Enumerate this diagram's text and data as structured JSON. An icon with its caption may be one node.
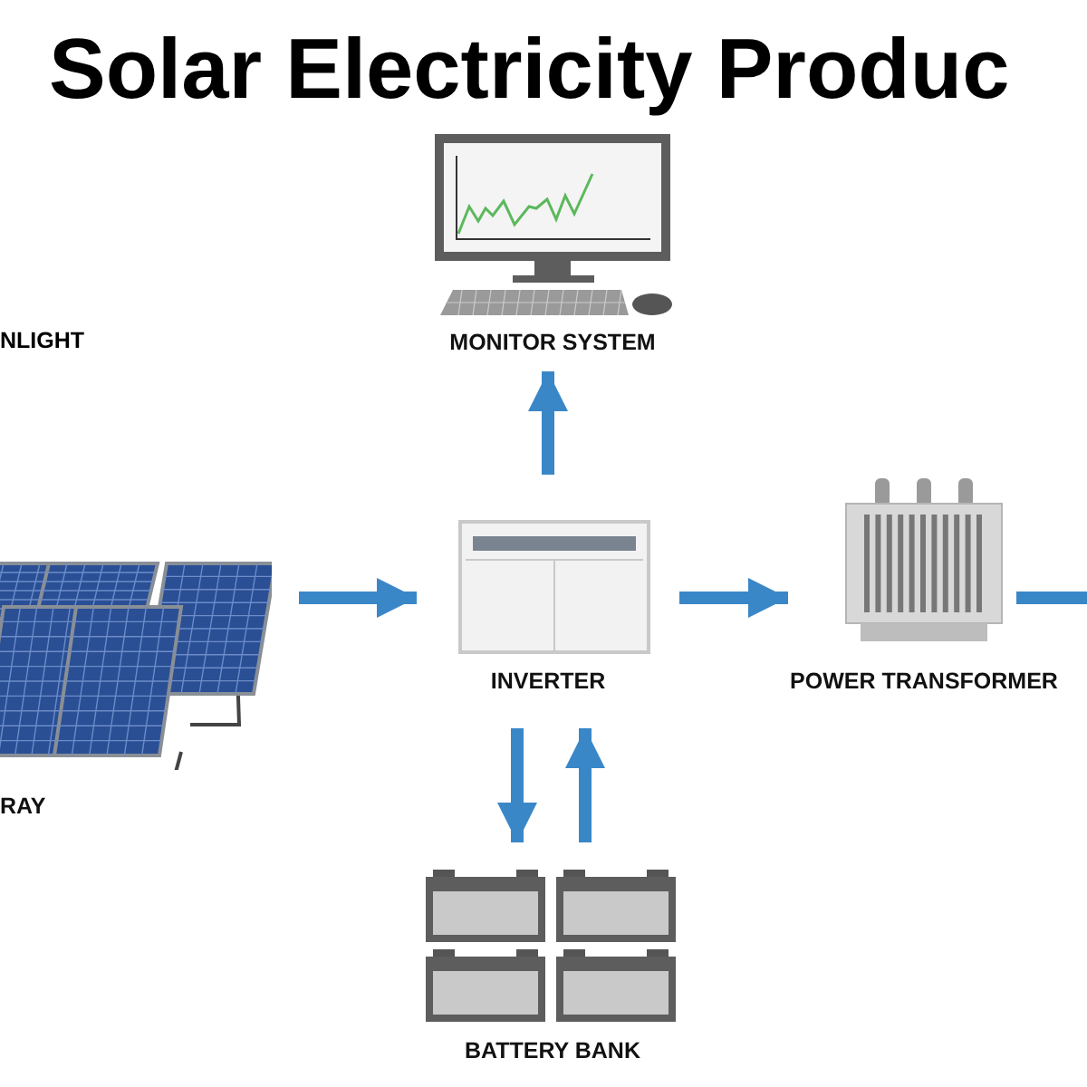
{
  "diagram": {
    "title": "Solar Electricity Produc",
    "nodes": [
      {
        "text": [
          "RAY"
        ]
      },
      {
        "text": [
          "INVERTER"
        ]
      },
      {
        "text": [
          "MONITOR SYSTEM"
        ]
      },
      {
        "text": [
          "POWER TRANSFORMER"
        ]
      },
      {
        "text": [
          "BATTERY BANK"
        ]
      }
    ],
    "edges": [
      {
        "from": 0,
        "to": 1,
        "arrow": "to"
      },
      {
        "from": 1,
        "to": 2,
        "arrow": "to"
      },
      {
        "from": 1,
        "to": 3,
        "arrow": "to"
      },
      {
        "from": 1,
        "to": 4,
        "arrow": "to"
      },
      {
        "from": 4,
        "to": 1,
        "arrow": "to"
      },
      {
        "from": 3,
        "to": null,
        "arrow": "none"
      }
    ],
    "labels": [
      "NLIGHT"
    ]
  }
}
